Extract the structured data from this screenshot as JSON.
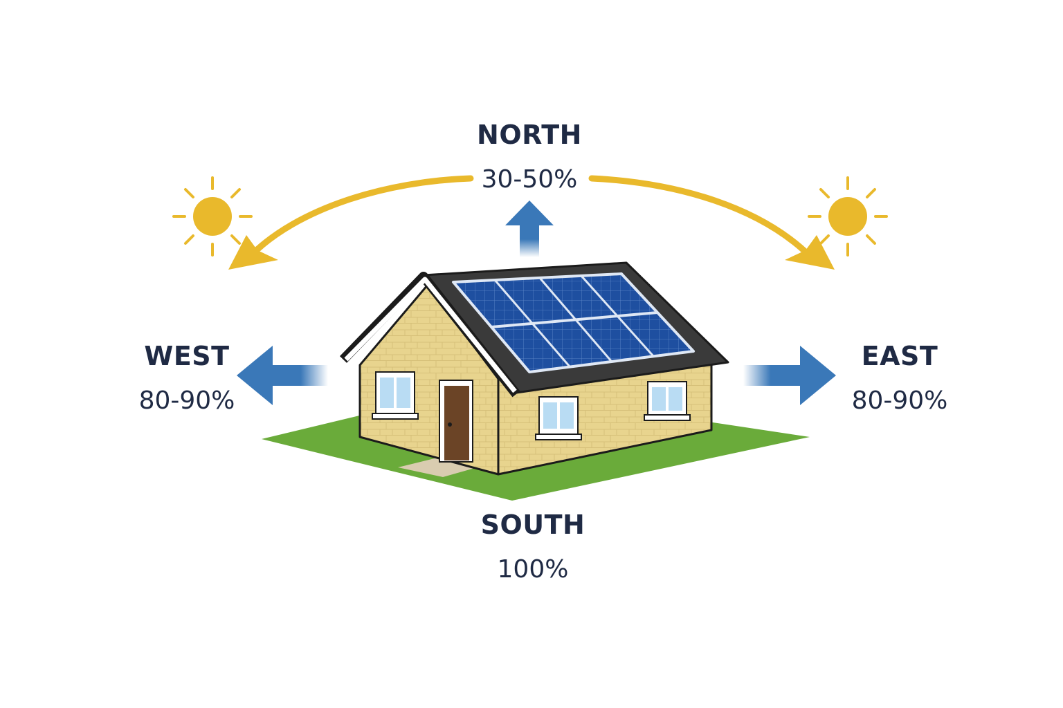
{
  "directions": {
    "north": {
      "name": "NORTH",
      "value": "30-50%"
    },
    "west": {
      "name": "WEST",
      "value": "80-90%"
    },
    "east": {
      "name": "EAST",
      "value": "80-90%"
    },
    "south": {
      "name": "SOUTH",
      "value": "100%"
    }
  },
  "icons": [
    "sun-icon",
    "sun-icon",
    "north-arrow-icon",
    "west-arrow-icon",
    "east-arrow-icon",
    "sun-path-arrow-icon"
  ],
  "colors": {
    "label_text": "#1f2a44",
    "arrow_blue": "#3a78b8",
    "sun_yellow": "#e9b92c",
    "wall": "#e8d48e",
    "roof": "#3a3a3a",
    "panel": "#1e4fa0",
    "grass": "#6aab3a"
  }
}
